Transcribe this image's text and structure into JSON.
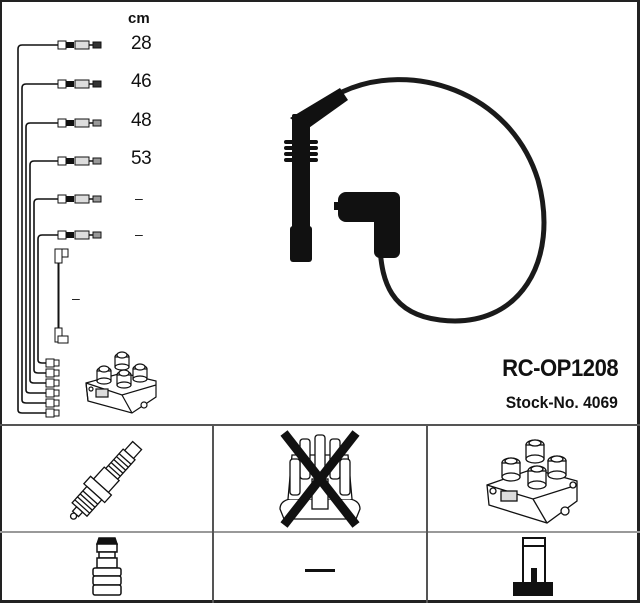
{
  "diagram": {
    "type": "ignition-cable-set-spec-sheet",
    "unit_label": "cm",
    "cables": [
      {
        "index": 1,
        "length": "28"
      },
      {
        "index": 2,
        "length": "46"
      },
      {
        "index": 3,
        "length": "48"
      },
      {
        "index": 4,
        "length": "53"
      },
      {
        "index": 5,
        "length": "–"
      },
      {
        "index": 6,
        "length": "–"
      },
      {
        "index": 7,
        "length": "–",
        "type": "angled-connector-lead"
      }
    ],
    "part_number": "RC-OP1208",
    "stock_number": "Stock-No. 4069",
    "components": [
      {
        "position": "row1-col1",
        "icon": "spark-plug-icon",
        "crossed_out": false
      },
      {
        "position": "row1-col2",
        "icon": "distributor-cap-icon",
        "crossed_out": true
      },
      {
        "position": "row1-col3",
        "icon": "ignition-coil-icon",
        "crossed_out": false
      },
      {
        "position": "row2-col1",
        "icon": "spark-plug-terminal-icon",
        "crossed_out": false
      },
      {
        "position": "row2-col2",
        "icon": "dash-none",
        "label": "—"
      },
      {
        "position": "row2-col3",
        "icon": "coil-terminal-icon",
        "crossed_out": false
      }
    ]
  }
}
